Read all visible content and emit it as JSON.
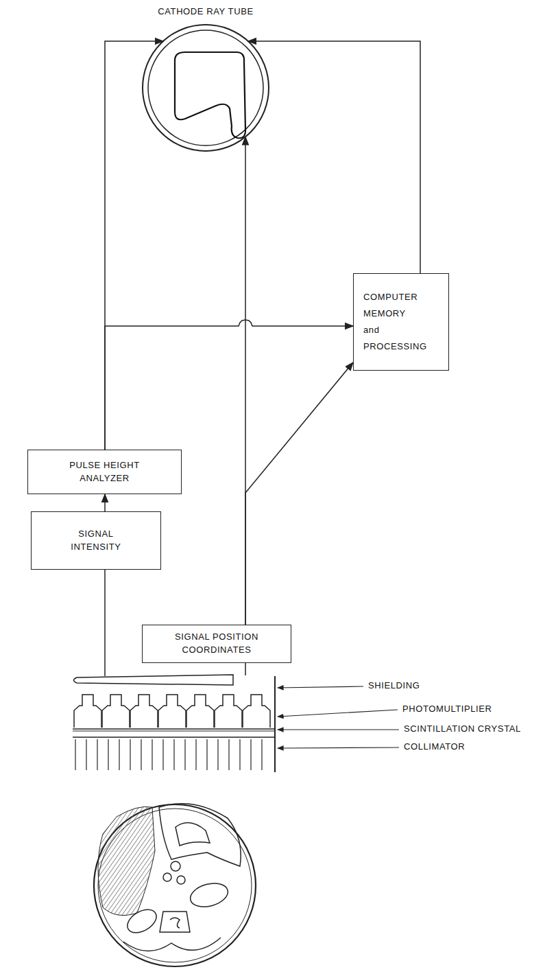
{
  "diagram": {
    "nodes": [
      {
        "text": [
          "CATHODE RAY TUBE"
        ]
      },
      {
        "text": [
          "COMPUTER MEMORY and PROCESSING"
        ]
      },
      {
        "text": [
          "PULSE HEIGHT ANALYZER"
        ]
      },
      {
        "text": [
          "SIGNAL INTENSITY"
        ]
      },
      {
        "text": [
          "SIGNAL POSITION COORDINATES"
        ]
      }
    ],
    "edges": [
      {
        "from": 3,
        "to": 2,
        "arrow": "to"
      },
      {
        "from": 2,
        "to": 0,
        "arrow": "to"
      },
      {
        "from": 2,
        "to": 1,
        "arrow": "to"
      },
      {
        "from": 4,
        "to": 0,
        "arrow": "to"
      },
      {
        "from": 4,
        "to": 1,
        "arrow": "to"
      },
      {
        "from": 1,
        "to": 0,
        "arrow": "to"
      }
    ],
    "labels": [
      "SHIELDING",
      "PHOTOMULTIPLIER",
      "SCINTILLATION CRYSTAL",
      "COLLIMATOR"
    ]
  }
}
